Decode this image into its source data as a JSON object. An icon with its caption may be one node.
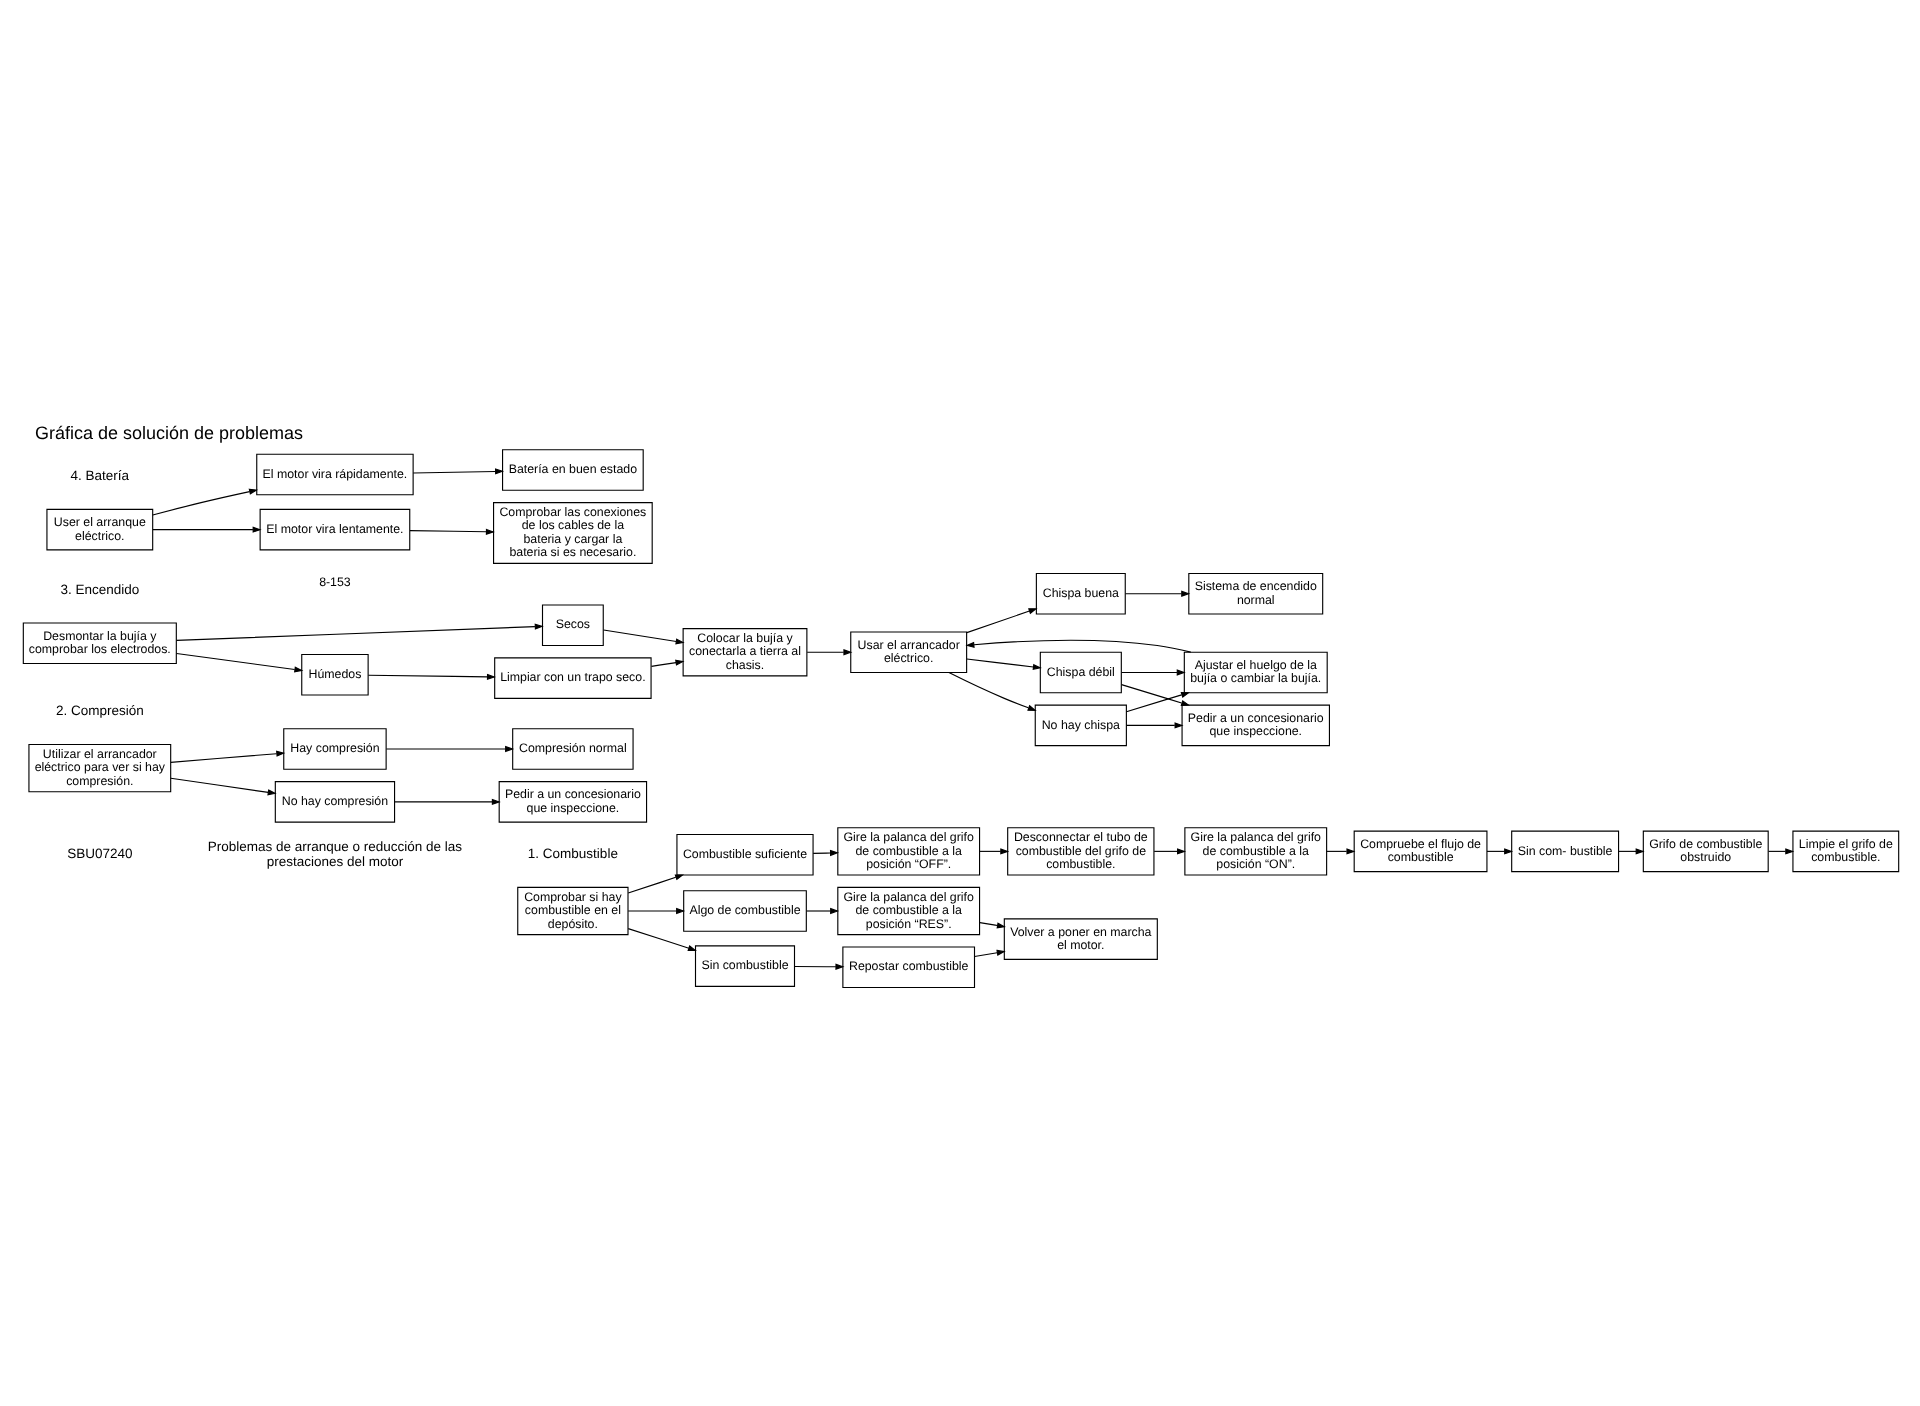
{
  "diagram": {
    "title": "Gráfica de solución de problemas",
    "nodes": [
      {
        "text": [
          "Desconnectar el tubo de combustible del grifo de combustible."
        ]
      },
      {
        "text": [
          "Gire la palanca del grifo de combustible a la posición “ON”."
        ]
      },
      {
        "text": [
          "Compruebe el flujo de combustible"
        ]
      },
      {
        "text": [
          "Sin com- bustible"
        ]
      },
      {
        "text": [
          "Grifo de combustible obstruido"
        ]
      },
      {
        "text": [
          "Limpie el grifo de combustible."
        ]
      },
      {
        "text": [
          "Comprobar si hay combustible en el depósito."
        ]
      },
      {
        "text": [
          "Combustible suficiente"
        ]
      },
      {
        "text": [
          "Gire la palanca del grifo de combustible a la posición “OFF”."
        ]
      },
      {
        "text": [
          "Algo de combustible"
        ]
      },
      {
        "text": [
          "Gire la palanca del grifo de combustible a la posición “RES”."
        ]
      },
      {
        "text": [
          "Volver a poner en marcha el motor."
        ]
      },
      {
        "text": [
          "Sin combustible"
        ]
      },
      {
        "text": [
          "Repostar combustible"
        ]
      },
      {
        "text": [
          "Utilizar el arrancador eléctrico para ver si hay compresión."
        ]
      },
      {
        "text": [
          "Hay compresión"
        ]
      },
      {
        "text": [
          "Compresión normal"
        ]
      },
      {
        "text": [
          "No hay compresión"
        ]
      },
      {
        "text": [
          "Pedir a un concesionario que inspeccione."
        ]
      },
      {
        "text": [
          "Desmontar la bujía y comprobar los electrodos."
        ]
      },
      {
        "text": [
          "Húmedos"
        ]
      },
      {
        "text": [
          "Limpiar con un trapo seco."
        ]
      },
      {
        "text": [
          "Secos"
        ]
      },
      {
        "text": [
          "Colocar la bujía y conectarla a tierra al chasis."
        ]
      },
      {
        "text": [
          "Usar el arrancador eléctrico."
        ]
      },
      {
        "text": [
          "Chispa buena"
        ]
      },
      {
        "text": [
          "Sistema de encendido normal"
        ]
      },
      {
        "text": [
          "Chispa débil"
        ]
      },
      {
        "text": [
          "No hay chispa"
        ]
      },
      {
        "text": [
          "Ajustar el huelgo de la bujía o cambiar la bujía."
        ]
      },
      {
        "text": [
          "Pedir a un concesionario que inspeccione."
        ]
      },
      {
        "text": [
          "User el arranque eléctrico."
        ]
      },
      {
        "text": [
          "El motor vira rápidamente."
        ]
      },
      {
        "text": [
          "Batería en buen estado"
        ]
      },
      {
        "text": [
          "El motor vira lentamente."
        ]
      },
      {
        "text": [
          "Comprobar las conexiones de los cables de la bateria y cargar la bateria si es necesario."
        ]
      }
    ],
    "edges": [
      {
        "from": 6,
        "to": 7,
        "arrow": "to"
      },
      {
        "from": 6,
        "to": 9,
        "arrow": "to"
      },
      {
        "from": 6,
        "to": 12,
        "arrow": "to"
      },
      {
        "from": 7,
        "to": 8,
        "arrow": "to"
      },
      {
        "from": 8,
        "to": 0,
        "arrow": "to"
      },
      {
        "from": 0,
        "to": 1,
        "arrow": "to"
      },
      {
        "from": 1,
        "to": 2,
        "arrow": "to"
      },
      {
        "from": 2,
        "to": 3,
        "arrow": "to"
      },
      {
        "from": 3,
        "to": 4,
        "arrow": "to"
      },
      {
        "from": 4,
        "to": 5,
        "arrow": "to"
      },
      {
        "from": 9,
        "to": 10,
        "arrow": "to"
      },
      {
        "from": 10,
        "to": 11,
        "arrow": "to"
      },
      {
        "from": 12,
        "to": 13,
        "arrow": "to"
      },
      {
        "from": 13,
        "to": 11,
        "arrow": "to"
      },
      {
        "from": 14,
        "to": 15,
        "arrow": "to"
      },
      {
        "from": 14,
        "to": 17,
        "arrow": "to"
      },
      {
        "from": 15,
        "to": 16,
        "arrow": "to"
      },
      {
        "from": 17,
        "to": 18,
        "arrow": "to"
      },
      {
        "from": 19,
        "to": 20,
        "arrow": "to"
      },
      {
        "from": 19,
        "to": 22,
        "arrow": "to"
      },
      {
        "from": 20,
        "to": 21,
        "arrow": "to"
      },
      {
        "from": 21,
        "to": 23,
        "arrow": "to"
      },
      {
        "from": 22,
        "to": 23,
        "arrow": "to"
      },
      {
        "from": 23,
        "to": 24,
        "arrow": "to"
      },
      {
        "from": 24,
        "to": 25,
        "arrow": "to"
      },
      {
        "from": 24,
        "to": 27,
        "arrow": "to"
      },
      {
        "from": 24,
        "to": 28,
        "arrow": "to"
      },
      {
        "from": 25,
        "to": 26,
        "arrow": "to"
      },
      {
        "from": 27,
        "to": 29,
        "arrow": "to"
      },
      {
        "from": 27,
        "to": 30,
        "arrow": "to"
      },
      {
        "from": 28,
        "to": 29,
        "arrow": "to"
      },
      {
        "from": 28,
        "to": 30,
        "arrow": "to"
      },
      {
        "from": 29,
        "to": 24,
        "arrow": "to"
      },
      {
        "from": 31,
        "to": 32,
        "arrow": "to"
      },
      {
        "from": 31,
        "to": 34,
        "arrow": "to"
      },
      {
        "from": 32,
        "to": 33,
        "arrow": "to"
      },
      {
        "from": 34,
        "to": 35,
        "arrow": "to"
      }
    ],
    "labels": [
      "SBU07240",
      "Problemas de arranque o reducción de las prestaciones del motor",
      "1. Combustible",
      "2. Compresión",
      "3. Encendido",
      "4. Batería",
      "8-153"
    ]
  }
}
